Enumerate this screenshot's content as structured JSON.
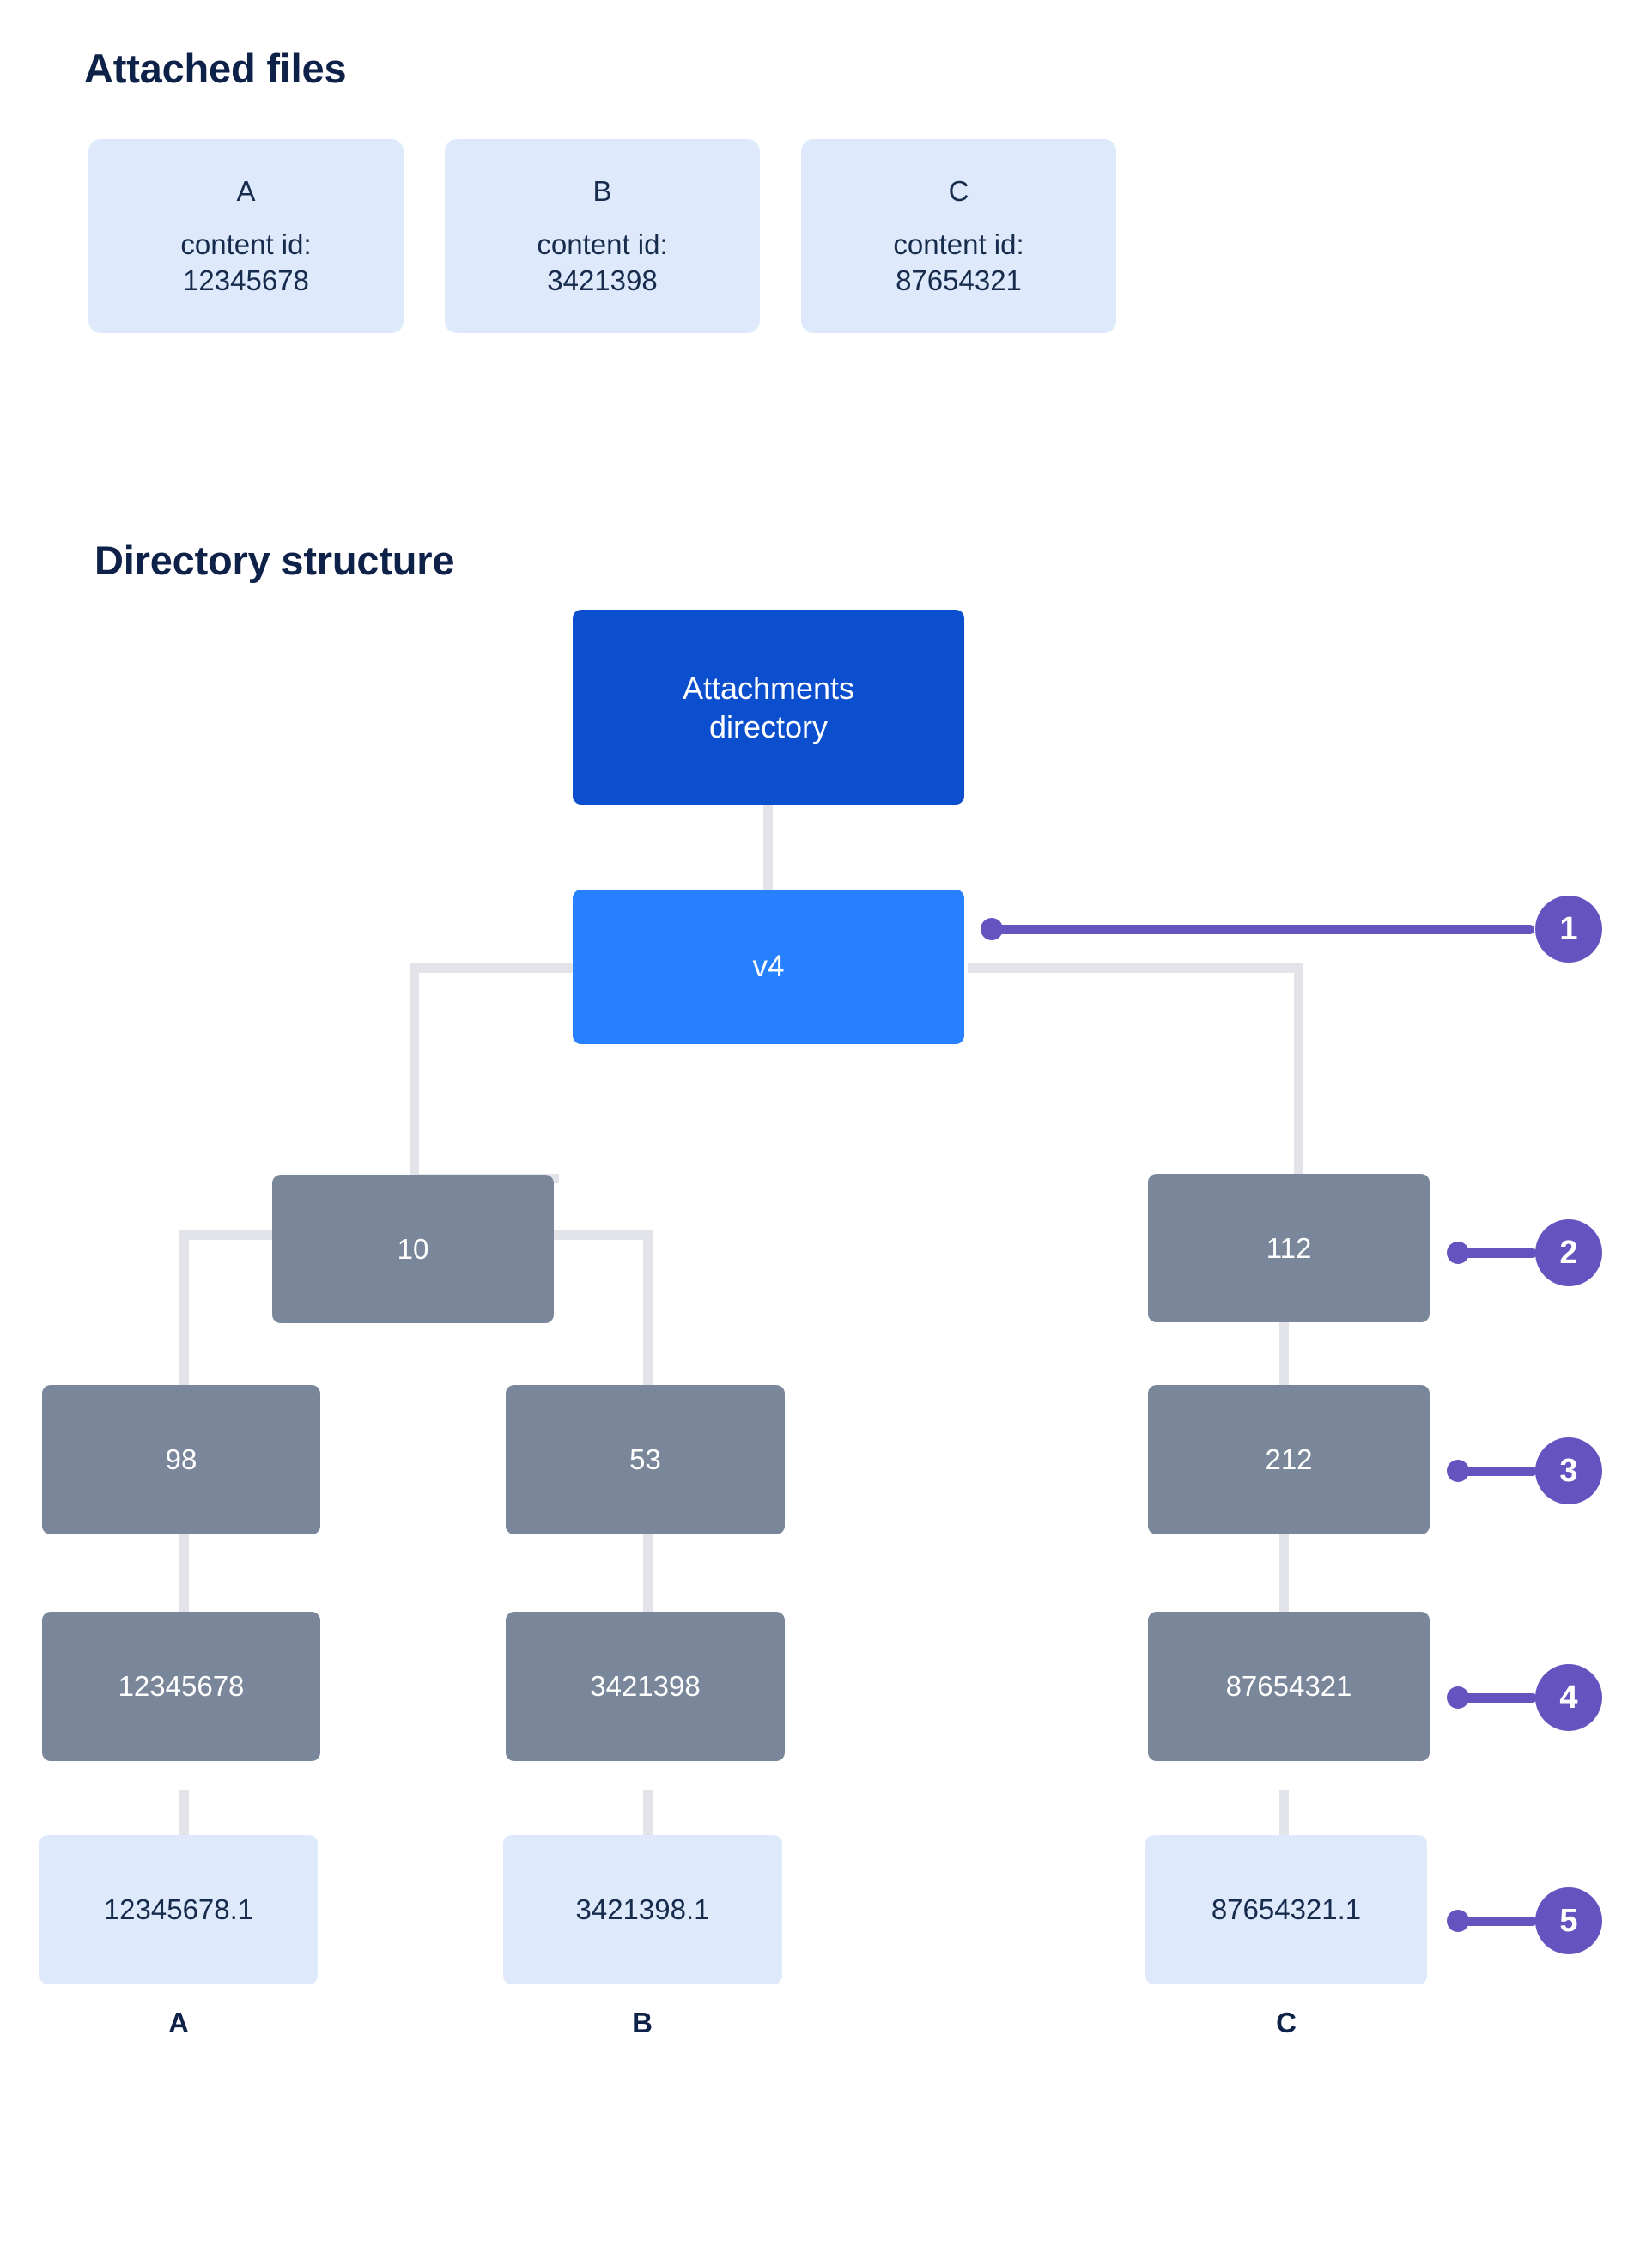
{
  "sections": {
    "attached_files_heading": "Attached files",
    "directory_structure_heading": "Directory structure"
  },
  "attached_files": [
    {
      "title": "A",
      "meta_label": "content id:",
      "content_id": "12345678"
    },
    {
      "title": "B",
      "meta_label": "content id:",
      "content_id": "3421398"
    },
    {
      "title": "C",
      "meta_label": "content id:",
      "content_id": "87654321"
    }
  ],
  "tree": {
    "root": {
      "label": "Attachments\ndirectory",
      "line1": "Attachments",
      "line2": "directory"
    },
    "version": {
      "label": "v4"
    },
    "branch_left": {
      "label": "10"
    },
    "branch_right": {
      "label": "112"
    },
    "left_children": [
      {
        "label": "98"
      },
      {
        "label": "53"
      }
    ],
    "right_child": {
      "label": "212"
    },
    "content_dirs": [
      {
        "label": "12345678"
      },
      {
        "label": "3421398"
      },
      {
        "label": "87654321"
      }
    ],
    "files": [
      {
        "label": "12345678.1"
      },
      {
        "label": "3421398.1"
      },
      {
        "label": "87654321.1"
      }
    ],
    "column_labels": [
      "A",
      "B",
      "C"
    ]
  },
  "callouts": [
    {
      "number": "1"
    },
    {
      "number": "2"
    },
    {
      "number": "3"
    },
    {
      "number": "4"
    },
    {
      "number": "5"
    }
  ],
  "colors": {
    "root_blue": "#0B4FCE",
    "version_blue": "#2680FF",
    "dir_gray": "#7A8699",
    "file_light_blue": "#DEEAFC",
    "callout_purple": "#6554C0",
    "connector_gray": "#E2E4E9",
    "heading_navy": "#0E2148"
  }
}
